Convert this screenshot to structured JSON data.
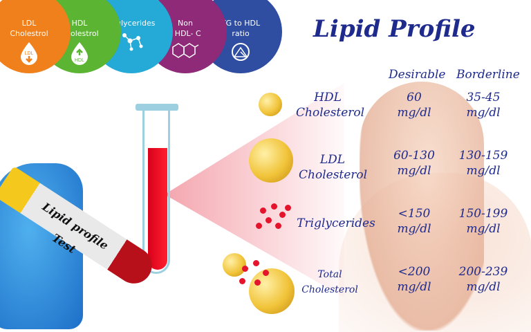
{
  "circles": [
    {
      "label_line1": "LDL",
      "label_line2": "Cholestrol",
      "icon": "ldl-drop-icon",
      "icon_text": "LDL",
      "color": "#f0801c"
    },
    {
      "label_line1": "HDL",
      "label_line2": "Cholestrol",
      "icon": "hdl-drop-icon",
      "icon_text": "HDL",
      "color": "#5bb432"
    },
    {
      "label_line1": "Triglycerides",
      "label_line2": "",
      "icon": "molecule-icon",
      "color": "#25a9d6"
    },
    {
      "label_line1": "Non",
      "label_line2": "- HDL- C",
      "icon": "chemical-structure-icon",
      "color": "#8e2a78"
    },
    {
      "label_line1": "TG to HDL",
      "label_line2": "ratio",
      "icon": "ratio-gauge-icon",
      "color": "#2f4ea1"
    }
  ],
  "test_tube_label": "Lipid profile Test",
  "title": "Lipid Profile",
  "columns": {
    "desirable": "Desirable",
    "borderline": "Borderline"
  },
  "rows": [
    {
      "label_line1": "HDL",
      "label_line2": "Cholesterol",
      "desirable": "60",
      "desirable_unit": "mg/dl",
      "borderline": "35-45",
      "borderline_unit": "mg/dl"
    },
    {
      "label_line1": "LDL",
      "label_line2": "Cholesterol",
      "desirable": "60-130",
      "desirable_unit": "mg/dl",
      "borderline": "130-159",
      "borderline_unit": "mg/dl"
    },
    {
      "label_line1": "Triglycerides",
      "label_line2": "",
      "desirable": "<150",
      "desirable_unit": "mg/dl",
      "borderline": "150-199",
      "borderline_unit": "mg/dl"
    },
    {
      "label_line1": "Total",
      "label_line2": "Cholesterol",
      "desirable": "<200",
      "desirable_unit": "mg/dl",
      "borderline": "200-239",
      "borderline_unit": "mg/dl"
    }
  ]
}
